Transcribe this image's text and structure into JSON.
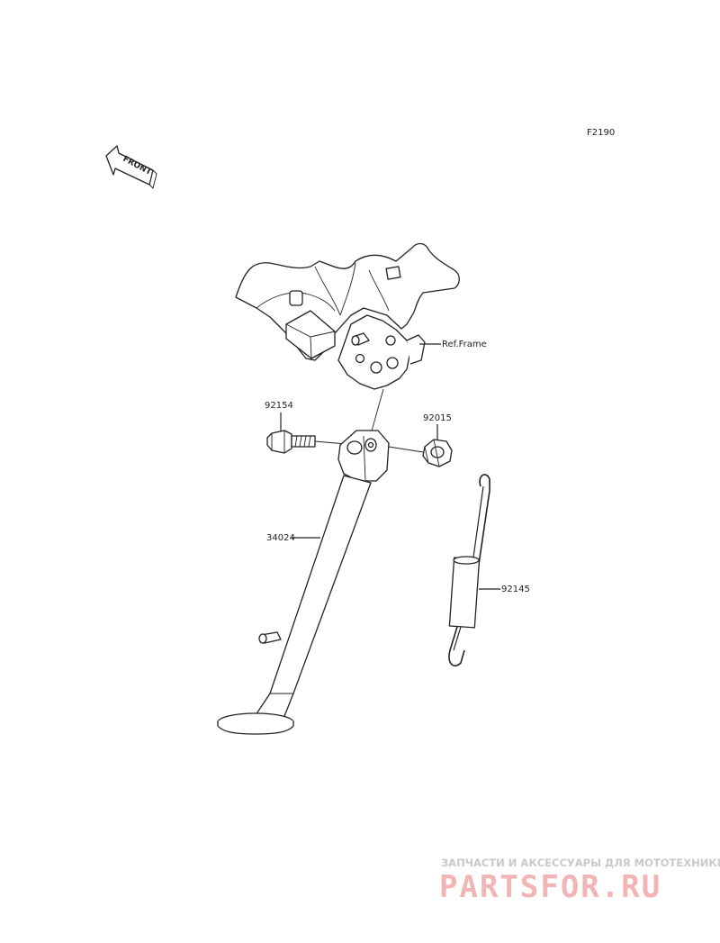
{
  "diagram": {
    "code": "F2190",
    "front_label": "FRONT",
    "parts": {
      "frame_ref": "Ref.Frame",
      "bolt": "92154",
      "nut": "92015",
      "stand": "34024",
      "spring": "92145"
    }
  },
  "watermark": {
    "tagline": "ЗАПЧАСТИ И АКСЕССУАРЫ ДЛЯ МОТОТЕХНИКИ",
    "logo": "PARTSFOR.RU",
    "color": "#f2b4b4"
  }
}
